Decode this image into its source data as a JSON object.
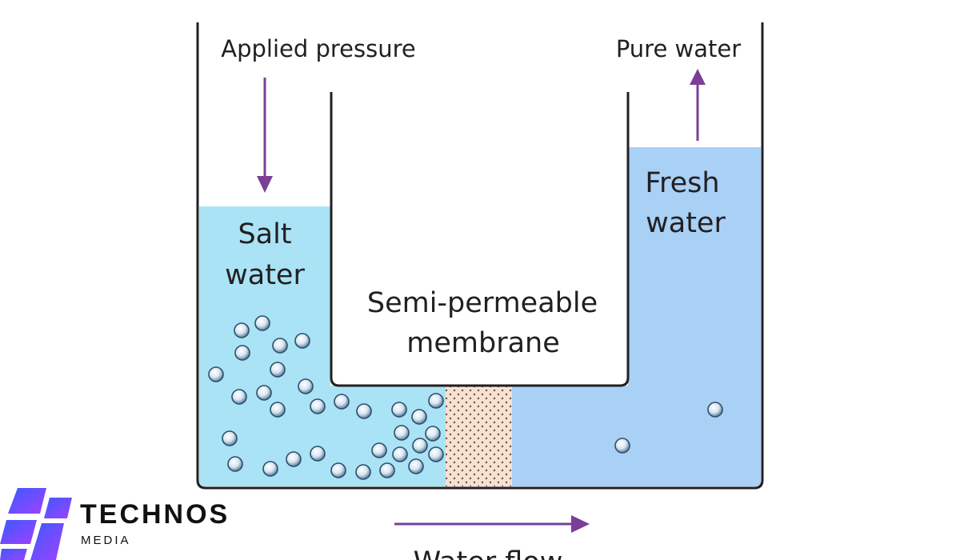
{
  "labels": {
    "applied_pressure": "Applied pressure",
    "pure_water": "Pure water",
    "salt_water_line1": "Salt",
    "salt_water_line2": "water",
    "fresh_water_line1": "Fresh",
    "fresh_water_line2": "water",
    "membrane_line1": "Semi-permeable",
    "membrane_line2": "membrane",
    "water_flow": "Water flow"
  },
  "logo": {
    "name": "TECHNOS",
    "sub": "MEDIA"
  },
  "colors": {
    "salt_water": "#a9e3f5",
    "fresh_water": "#a9d0f5",
    "membrane": "#f6e2d3",
    "arrow": "#7b3f98",
    "container": "#231f20",
    "logo_gradient_start": "#3b5bff",
    "logo_gradient_end": "#a040ff"
  }
}
